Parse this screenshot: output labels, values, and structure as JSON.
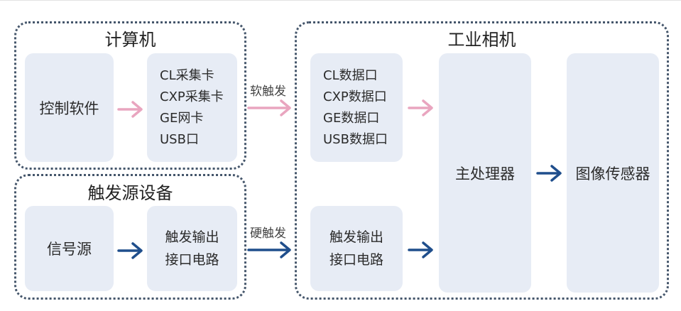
{
  "colors": {
    "box_fill": "#e7ecf5",
    "group_border": "#45566b",
    "soft_arrow": "#e9a5bf",
    "hard_arrow": "#1f4e8c"
  },
  "computer_group": {
    "title": "计算机",
    "control_software": "控制软件",
    "capture_cards": [
      "CL采集卡",
      "CXP采集卡",
      "GE网卡",
      "USB口"
    ]
  },
  "trigger_source_group": {
    "title": "触发源设备",
    "signal_source": "信号源",
    "output_circuit": [
      "触发输出",
      "接口电路"
    ]
  },
  "camera_group": {
    "title": "工业相机",
    "data_ports": [
      "CL数据口",
      "CXP数据口",
      "GE数据口",
      "USB数据口"
    ],
    "input_circuit": [
      "触发输出",
      "接口电路"
    ],
    "main_processor": "主处理器",
    "image_sensor": "图像传感器"
  },
  "edges": {
    "soft_trigger": "软触发",
    "hard_trigger": "硬触发"
  },
  "icons": [
    "arrow-right-icon"
  ]
}
